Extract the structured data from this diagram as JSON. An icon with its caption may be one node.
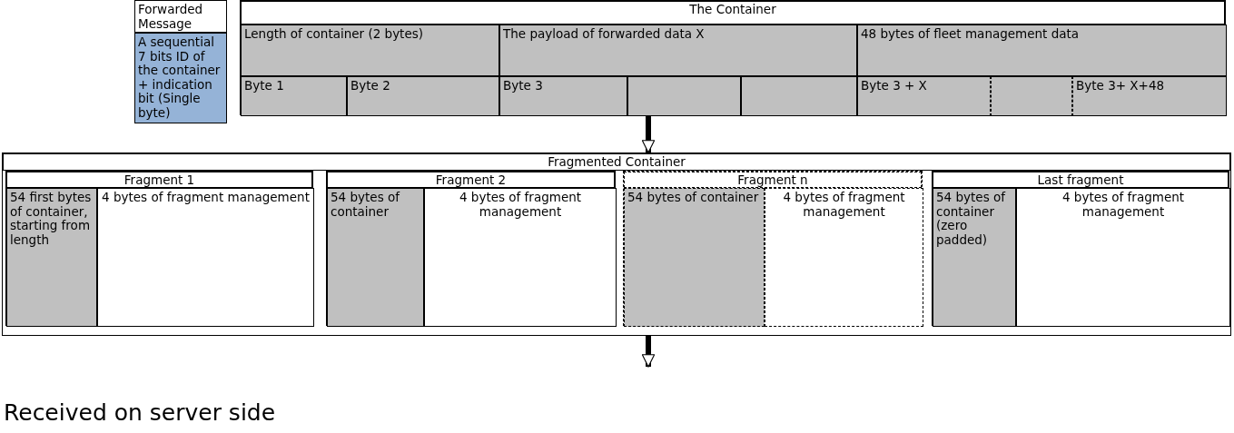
{
  "diagram": {
    "nodes": [
      {
        "text": [
          "Forwarded Message Code"
        ]
      },
      {
        "text": [
          "A sequential 7 bits ID of the container + indication bit (Single byte)"
        ]
      },
      {
        "text": [
          "The Container"
        ]
      },
      {
        "text": [
          "Length of container (2 bytes)"
        ],
        "in": 2
      },
      {
        "text": [
          "The payload of forwarded data X"
        ],
        "in": 2
      },
      {
        "text": [
          "48 bytes of fleet management data"
        ],
        "in": 2
      },
      {
        "text": [
          "Byte 1"
        ],
        "in": 2
      },
      {
        "text": [
          "Byte 2"
        ],
        "in": 2
      },
      {
        "text": [
          "Byte 3"
        ],
        "in": 2
      },
      {
        "text": [],
        "shape": "box",
        "in": 2
      },
      {
        "text": [],
        "shape": "box",
        "in": 2
      },
      {
        "text": [
          "Byte 3 + X"
        ],
        "in": 2
      },
      {
        "text": [],
        "shape": "box",
        "in": 2
      },
      {
        "text": [
          "Byte 3+ X+48"
        ],
        "in": 2
      },
      {
        "text": [
          "Fragmented Container"
        ]
      },
      {
        "text": [
          "Fragment 1"
        ],
        "in": 14
      },
      {
        "text": [
          "54 first bytes of container, starting from length"
        ],
        "in": 15
      },
      {
        "text": [
          "4 bytes of fragment management"
        ],
        "in": 15
      },
      {
        "text": [
          "Fragment 2"
        ],
        "in": 14
      },
      {
        "text": [
          "54 bytes of container"
        ],
        "in": 18
      },
      {
        "text": [
          "4 bytes of fragment management"
        ],
        "in": 18
      },
      {
        "text": [
          "Fragment n"
        ],
        "in": 14
      },
      {
        "text": [
          "54 bytes of container"
        ],
        "in": 21
      },
      {
        "text": [
          "4 bytes of fragment management"
        ],
        "in": 21
      },
      {
        "text": [
          "Last fragment"
        ],
        "in": 14
      },
      {
        "text": [
          "54 bytes of container (zero padded)"
        ],
        "in": 24
      },
      {
        "text": [
          "4 bytes of fragment management"
        ],
        "in": 24
      }
    ],
    "edges": [
      {
        "from": 2,
        "to": 14,
        "arrow": "to"
      },
      {
        "from": 14,
        "to": null,
        "arrow": "to"
      }
    ],
    "labels": [
      "Received on server side"
    ]
  }
}
